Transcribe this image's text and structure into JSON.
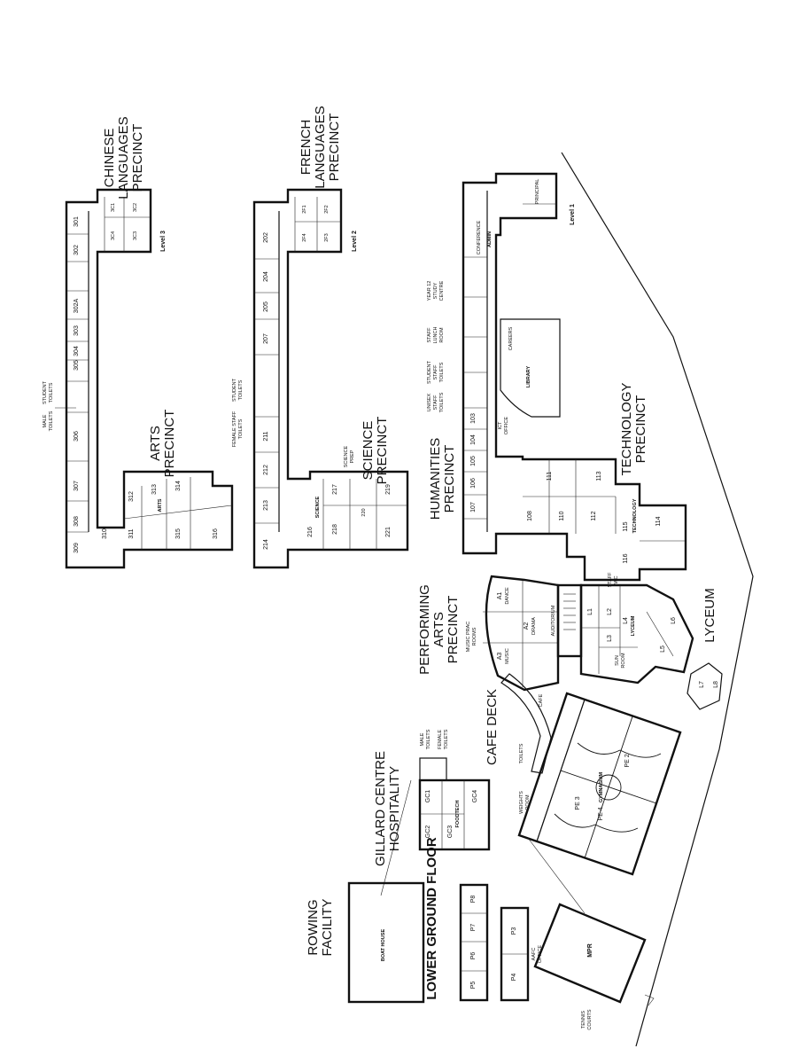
{
  "floors": {
    "level3": "Level 3",
    "level2": "Level 2",
    "level1": "Level 1",
    "lower_ground": "LOWER GROUND FLOOR"
  },
  "precincts": {
    "chinese": [
      "CHINESE",
      "LANGUAGES",
      "PRECINCT"
    ],
    "french": [
      "FRENCH",
      "LANGUAGES",
      "PRECINCT"
    ],
    "arts": [
      "ARTS",
      "PRECINCT"
    ],
    "science": [
      "SCIENCE",
      "PRECINCT"
    ],
    "humanities": [
      "HUMANITIES",
      "PRECINCT"
    ],
    "technology": [
      "TECHNOLOGY",
      "PRECINCT"
    ],
    "performing_arts": [
      "PERFORMING",
      "ARTS",
      "PRECINCT"
    ],
    "lyceum": "LYCEUM",
    "cafe_deck": "CAFE DECK",
    "gillard": [
      "GILLARD CENTRE",
      "HOSPITALITY"
    ],
    "rowing": [
      "ROWING",
      "FACILITY"
    ]
  },
  "rooms": {
    "level3": [
      "301",
      "302",
      "302A",
      "303",
      "304",
      "305",
      "306",
      "307",
      "308",
      "309",
      "310",
      "311",
      "312",
      "313",
      "314",
      "315",
      "316",
      "3C1",
      "3C2",
      "3C3",
      "3C4"
    ],
    "level2": [
      "202",
      "204",
      "205",
      "207",
      "211",
      "212",
      "213",
      "214",
      "216",
      "217",
      "218",
      "219",
      "220",
      "221",
      "2F1",
      "2F2",
      "2F3",
      "2F4"
    ],
    "level1_humanities": [
      "103",
      "104",
      "105",
      "106",
      "107"
    ],
    "level1_tech": [
      "108",
      "110",
      "111",
      "112",
      "113",
      "114",
      "115",
      "116"
    ],
    "lyceum": [
      "L1",
      "L2",
      "L3",
      "L4",
      "L5",
      "L6",
      "L7",
      "L8"
    ],
    "performing": [
      "A1",
      "A2",
      "A3"
    ],
    "gym": [
      "PE 2",
      "PE 3",
      "PE 4"
    ],
    "gillard": [
      "GC1",
      "GC2",
      "GC3",
      "GC4"
    ],
    "portables": [
      "P3",
      "P4",
      "P5",
      "P6",
      "P7",
      "P8"
    ]
  },
  "small_labels": {
    "male_toilets_3": [
      "MALE",
      "TOILETS"
    ],
    "student_toilets_3": [
      "STUDENT",
      "TOILETS"
    ],
    "female_staff_toilets": [
      "FEMALE STAFF",
      "TOILETS"
    ],
    "student_toilets_2": [
      "STUDENT",
      "TOILETS"
    ],
    "science_prep": [
      "SCIENCE",
      "PREP"
    ],
    "year12": [
      "YEAR 12",
      "STUDY",
      "CENTRE"
    ],
    "staff_lunch": [
      "STAFF",
      "LUNCH",
      "ROOM"
    ],
    "student_staff_toilets": [
      "STUDENT",
      "STAFF",
      "TOILETS"
    ],
    "unisex_staff_toilets": [
      "UNISEX",
      "STAFF",
      "TOILETS"
    ],
    "ict_office": [
      "ICT",
      "OFFICE"
    ],
    "careers": "CAREERS",
    "library": "LIBRARY",
    "admin": "ADMIN",
    "conference": "CONFERENCE",
    "principal": "PRINCIPAL",
    "technology_tag": "TECHNOLOGY",
    "arts_tag": "ARTS",
    "science_tag": "SCIENCE",
    "dance": "DANCE",
    "drama": "DRAMA",
    "music": "MUSIC",
    "music_prac": [
      "MUSIC PRAC",
      "ROOMS"
    ],
    "auditorium": "AUDITORIUM",
    "lyceum_tag": "LYCEUM",
    "sun_room": [
      "SUN",
      "ROOM"
    ],
    "staff_wc": [
      "STAFF",
      "WC"
    ],
    "cafe": "CAFE",
    "toilets": "TOILETS",
    "weights_room": [
      "WEIGHTS",
      "ROOM"
    ],
    "gymnasium": "GYMNASIUM",
    "male_female_toilets": [
      "MALE",
      "TOILETS",
      "FEMALE",
      "TOILETS"
    ],
    "foodtech": "FOODTECH",
    "boat_house": "BOAT HOUSE",
    "aafc_office": [
      "AAFC",
      "OFFICE"
    ],
    "mpr": "MPR",
    "tennis_courts": [
      "TENNIS",
      "COURTS"
    ]
  }
}
